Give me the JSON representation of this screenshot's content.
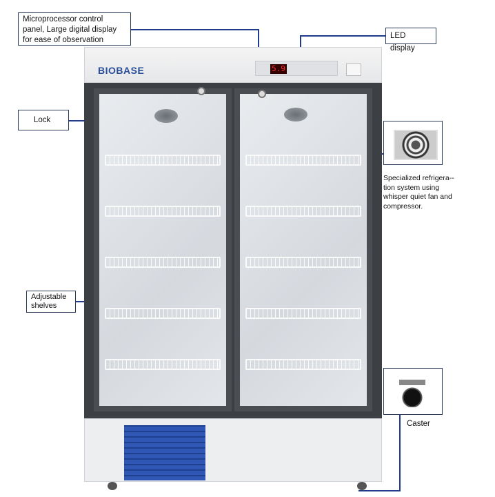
{
  "callouts": {
    "control_panel": "Microprocessor control panel, Large digital display for ease of observation",
    "led_display": "LED display",
    "lock": "Lock",
    "shelves": "Adjustable shelves",
    "refrigeration": "Specialized refrigera--tion system using whisper quiet fan and compressor.",
    "caster": "Caster"
  },
  "product": {
    "brand": "BIOBASE",
    "display_value": "5.9"
  },
  "colors": {
    "brand_blue": "#2a4f9a",
    "callout_line": "#1f3b8a",
    "grill_blue": "#2f57b3",
    "led_red": "#ff2b2b"
  }
}
